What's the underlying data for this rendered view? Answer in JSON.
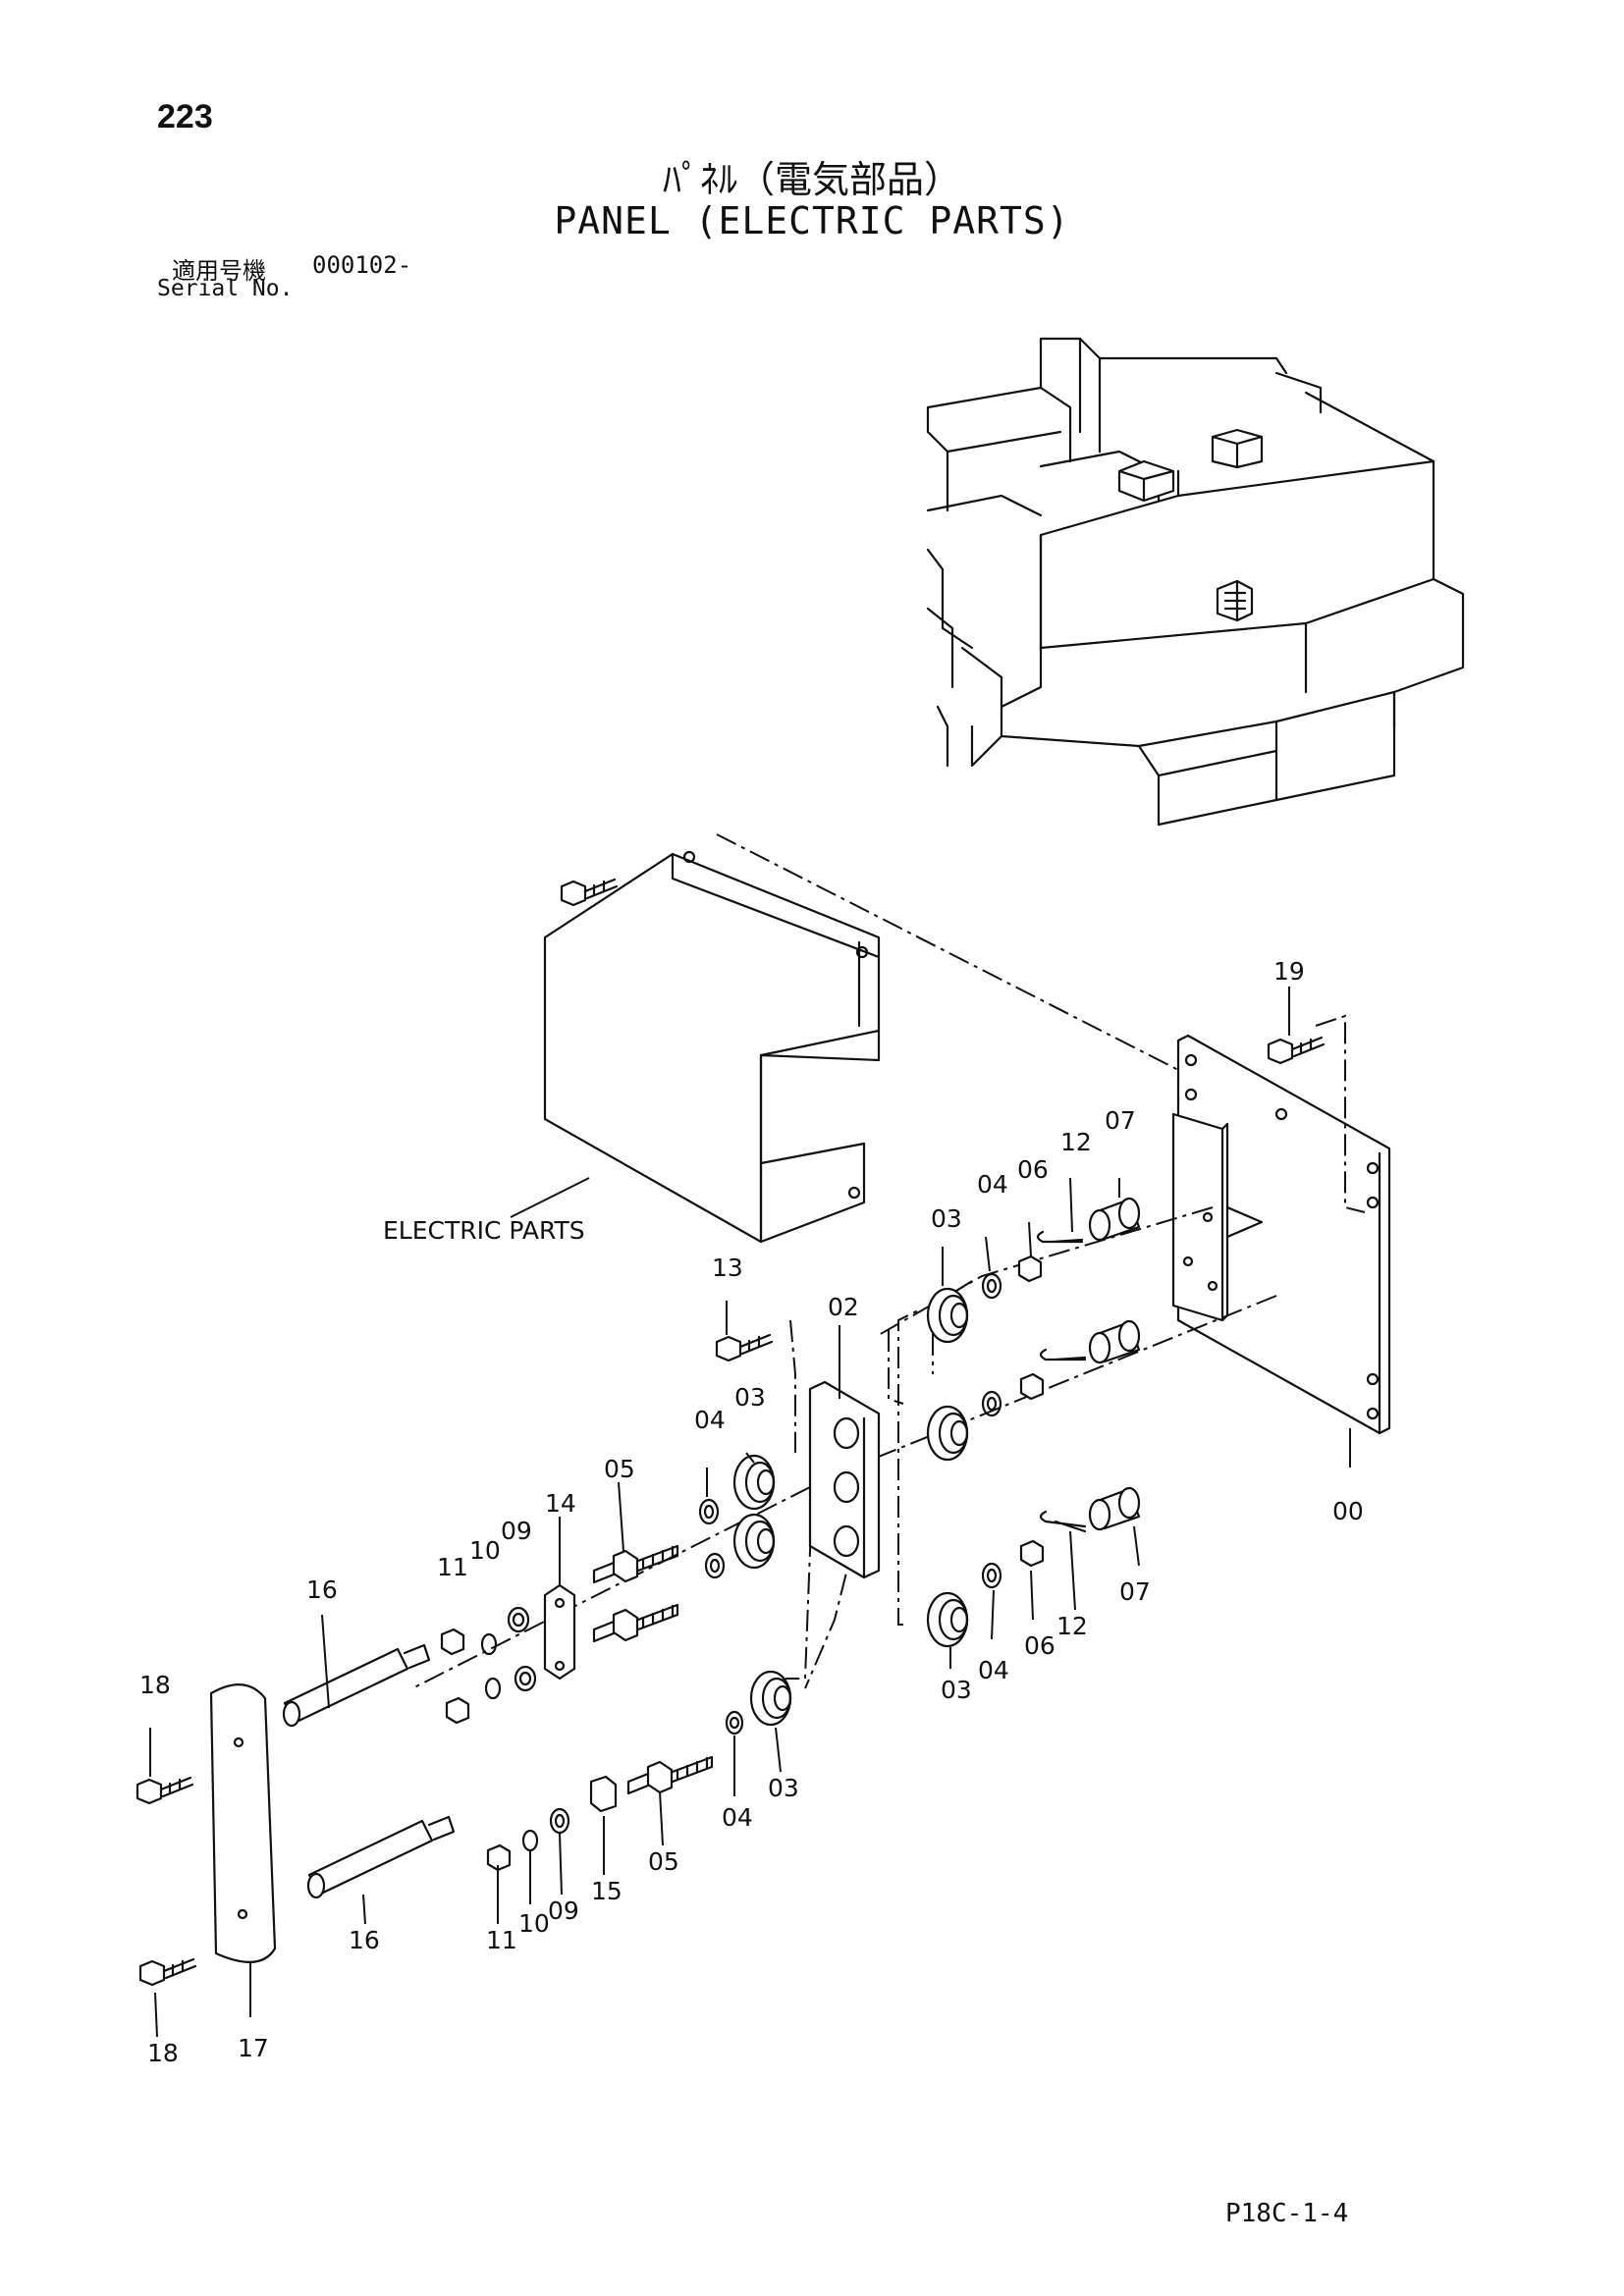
{
  "header": {
    "page_number": "223",
    "title_jp": "ﾊﾟﾈﾙ（電気部品）",
    "title_en": "PANEL (ELECTRIC PARTS)",
    "serial_label_jp": "適用号機",
    "serial_value": "000102-",
    "serial_label_en": "Serial No."
  },
  "diagram": {
    "electric_parts_label": "ELECTRIC PARTS",
    "callouts": {
      "c00": "00",
      "c02": "02",
      "c03a": "03",
      "c03b": "03",
      "c03c": "03",
      "c03d": "03",
      "c04a": "04",
      "c04b": "04",
      "c04c": "04",
      "c04d": "04",
      "c05a": "05",
      "c05b": "05",
      "c06a": "06",
      "c06b": "06",
      "c07a": "07",
      "c07b": "07",
      "c09a": "09",
      "c09b": "09",
      "c10a": "10",
      "c10b": "10",
      "c11a": "11",
      "c11b": "11",
      "c12a": "12",
      "c12b": "12",
      "c13": "13",
      "c14": "14",
      "c15": "15",
      "c16a": "16",
      "c16b": "16",
      "c17": "17",
      "c18a": "18",
      "c18b": "18",
      "c19": "19"
    }
  },
  "footer": {
    "code": "P18C-1-4"
  }
}
